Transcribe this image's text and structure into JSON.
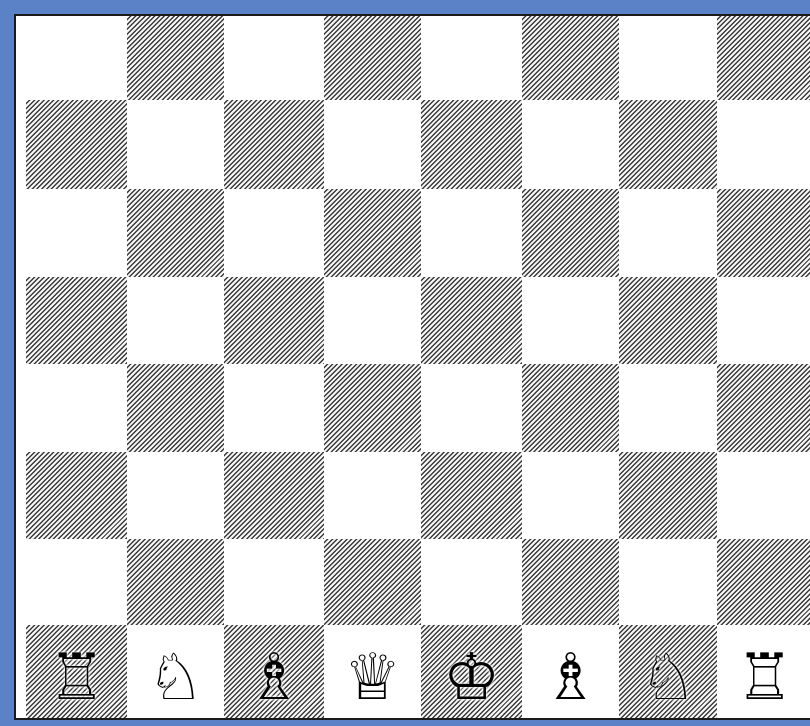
{
  "board": {
    "files": [
      "a",
      "b",
      "c",
      "d",
      "e",
      "f",
      "g",
      "h"
    ],
    "ranks": [
      "8",
      "7",
      "6",
      "5",
      "4",
      "3",
      "2",
      "1"
    ],
    "colors": {
      "frame": "#5b82c6",
      "light_square": "#ffffff",
      "dark_square_hatch": "#3a3a3a"
    },
    "pieces": [
      {
        "square": "a1",
        "glyph": "♖",
        "name": "white-rook"
      },
      {
        "square": "b1",
        "glyph": "♘",
        "name": "white-knight"
      },
      {
        "square": "c1",
        "glyph": "♗",
        "name": "white-bishop"
      },
      {
        "square": "d1",
        "glyph": "♕",
        "name": "white-queen"
      },
      {
        "square": "e1",
        "glyph": "♔",
        "name": "white-king"
      },
      {
        "square": "f1",
        "glyph": "♗",
        "name": "white-bishop"
      },
      {
        "square": "g1",
        "glyph": "♘",
        "name": "white-knight"
      },
      {
        "square": "h1",
        "glyph": "♖",
        "name": "white-rook"
      }
    ]
  }
}
